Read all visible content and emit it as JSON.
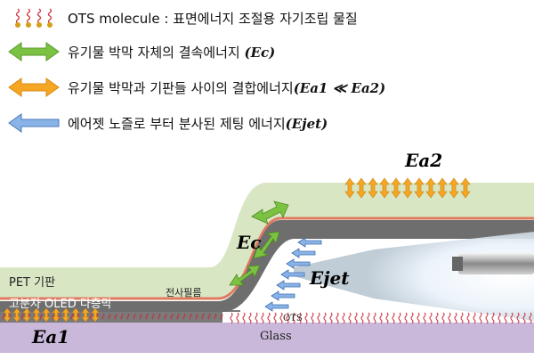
{
  "legend": {
    "ots": {
      "icon": "ots-molecule-icon",
      "name": "OTS molecule",
      "desc": " : 표면에너지 조절용 자기조립 물질"
    },
    "cohesive": {
      "icon": "double-arrow-green-icon",
      "text": "유기물 박막 자체의 결속에너지 ",
      "symbol": "(Ec)",
      "color": "#7cc242"
    },
    "adhesion": {
      "icon": "double-arrow-orange-icon",
      "text": "유기물 박막과 기판들 사이의 결합에너지",
      "symbol": "(Ea1 ≪ Ea2)",
      "color": "#f5a623"
    },
    "jetting": {
      "icon": "arrow-blue-icon",
      "text": "에어젯 노즐로 부터 분사된 제팅 에너지",
      "symbol": "(Ejet)",
      "color": "#8ab4e8"
    }
  },
  "diagram": {
    "ea2_label": "Ea2",
    "ec_label": "Ec",
    "ejet_label": "Ejet",
    "ea1_label": "Ea1",
    "pet_label": "PET 기판",
    "oled_label": "고분자 OLED 다층막",
    "transfer_film_label": "전사필름",
    "ots_label": "OTS",
    "glass_label": "Glass"
  },
  "colors": {
    "pet_film": "#d9e6c4",
    "organic_layer": "#6e6e6e",
    "interface_line": "#e07a5f",
    "glass": "#c9b8d9",
    "ots_wave": "#cc2a36"
  }
}
